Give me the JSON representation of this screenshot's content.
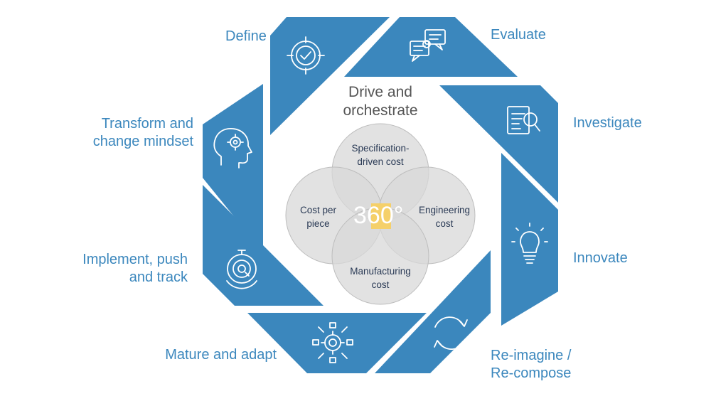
{
  "colors": {
    "segment": "#3b87bd",
    "label": "#3b87bd",
    "circle_fill": "#d8d8d8",
    "circle_stroke": "#bdbdbd",
    "center_highlight": "#f5d06a"
  },
  "center": {
    "title_line1": "Drive and",
    "title_line2": "orchestrate",
    "badge": "360°",
    "circles": {
      "top": [
        "Specification-",
        "driven cost"
      ],
      "left": [
        "Cost per",
        "piece"
      ],
      "right": [
        "Engineering",
        "cost"
      ],
      "bottom": [
        "Manufacturing",
        "cost"
      ]
    }
  },
  "steps": [
    {
      "id": "define",
      "lines": [
        "Define"
      ],
      "icon": "target-check-icon"
    },
    {
      "id": "evaluate",
      "lines": [
        "Evaluate"
      ],
      "icon": "chat-bubbles-gear-icon"
    },
    {
      "id": "investigate",
      "lines": [
        "Investigate"
      ],
      "icon": "document-magnifier-icon"
    },
    {
      "id": "innovate",
      "lines": [
        "Innovate"
      ],
      "icon": "lightbulb-icon"
    },
    {
      "id": "reimagine",
      "lines": [
        "Re-imagine /",
        "Re-compose"
      ],
      "icon": "refresh-arrows-icon"
    },
    {
      "id": "mature",
      "lines": [
        "Mature and adapt"
      ],
      "icon": "gear-network-icon"
    },
    {
      "id": "implement",
      "lines": [
        "Implement, push",
        "and track"
      ],
      "icon": "gear-stopwatch-icon"
    },
    {
      "id": "transform",
      "lines": [
        "Transform and",
        "change mindset"
      ],
      "icon": "head-gear-icon"
    }
  ]
}
